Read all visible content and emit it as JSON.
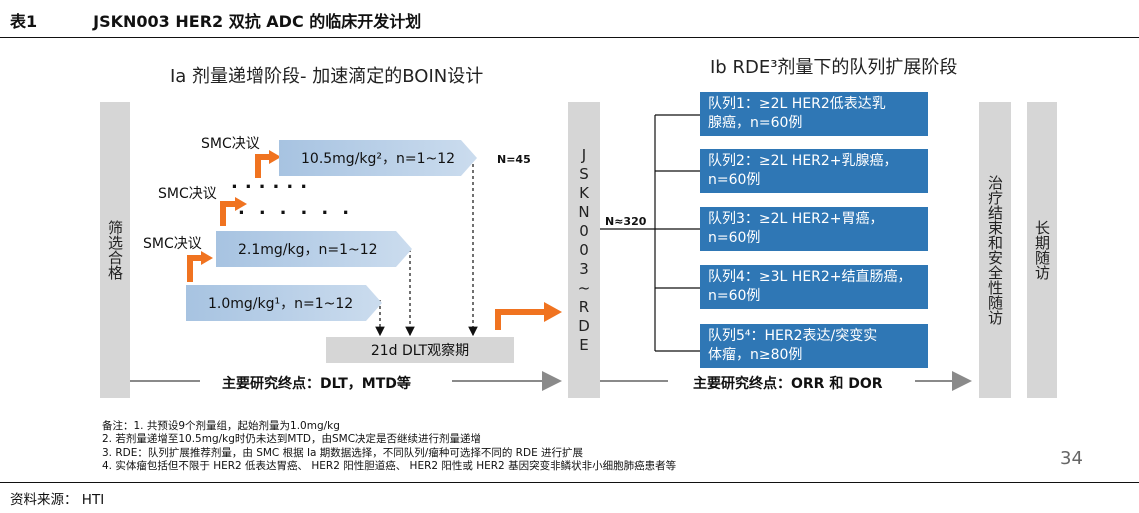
{
  "header": {
    "table_label": "表1",
    "title": "JSKN003 HER2 双抗 ADC 的临床开发计划"
  },
  "phase_ia": {
    "title": "Ia 剂量递增阶段- 加速滴定的BOIN设计",
    "screening": "筛选合格",
    "doses": [
      {
        "text": "1.0mg/kg¹，n=1~12"
      },
      {
        "text": "2.1mg/kg，n=1~12"
      },
      {
        "text": "10.5mg/kg²，n=1~12"
      }
    ],
    "smc_labels": [
      "SMC决议",
      "SMC决议",
      "SMC决议"
    ],
    "dots": [
      "......",
      "......"
    ],
    "n_total": "N=45",
    "dlt_box": "21d DLT观察期",
    "endpoint": "主要研究终点：DLT，MTD等"
  },
  "rde_column": {
    "letters": [
      "J",
      "S",
      "K",
      "N",
      "0",
      "0",
      "3",
      "~",
      "R",
      "D",
      "E"
    ],
    "n_label": "N≈320"
  },
  "phase_ib": {
    "title": "Ib RDE³剂量下的队列扩展阶段",
    "cohorts": [
      {
        "line1": "队列1：≥2L HER2低表达乳",
        "line2": "腺癌，n=60例"
      },
      {
        "line1": "队列2：≥2L HER2+乳腺癌，",
        "line2": "n=60例"
      },
      {
        "line1": "队列3：≥2L HER2+胃癌，",
        "line2": "n=60例"
      },
      {
        "line1": "队列4：≥3L HER2+结直肠癌，",
        "line2": "n=60例"
      },
      {
        "line1": "队列5⁴：HER2表达/突变实",
        "line2": "体瘤，n≥80例"
      }
    ],
    "endpoint": "主要研究终点：ORR 和 DOR"
  },
  "end_columns": {
    "safety": "治疗结束和安全性随访",
    "long_term": "长期随访"
  },
  "notes": [
    "备注：1. 共预设9个剂量组，起始剂量为1.0mg/kg",
    "2. 若剂量递增至10.5mg/kg时仍未达到MTD，由SMC决定是否继续进行剂量递增",
    "3. RDE：队列扩展推荐剂量，由 SMC 根据 Ia 期数据选择，不同队列/瘤种可选择不同的 RDE 进行扩展",
    "4. 实体瘤包括但不限于 HER2 低表达胃癌、 HER2 阳性胆道癌、 HER2 阳性或 HER2 基因突变非鳞状非小细胞肺癌患者等"
  ],
  "page_number": "34",
  "source": "资料来源： HTI",
  "colors": {
    "cohort_blue": "#2f77b5",
    "dose_blue": "#a7c3e1",
    "arrow_orange": "#f07320",
    "column_gray": "#d6d6d6"
  }
}
